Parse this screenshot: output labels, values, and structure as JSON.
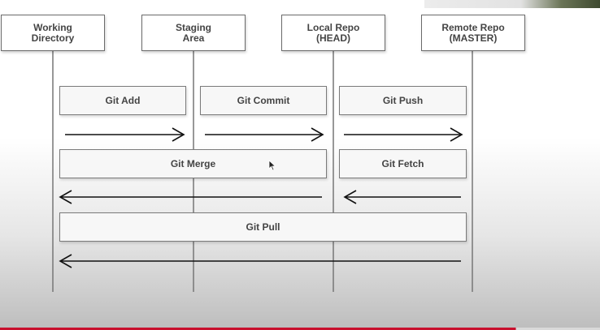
{
  "columns": [
    {
      "title": "Working\nDirectory"
    },
    {
      "title": "Staging\nArea"
    },
    {
      "title": "Local Repo\n(HEAD)"
    },
    {
      "title": "Remote Repo\n(MASTER)"
    }
  ],
  "commands": {
    "add": "Git Add",
    "commit": "Git Commit",
    "push": "Git Push",
    "merge": "Git Merge",
    "fetch": "Git Fetch",
    "pull": "Git Pull"
  },
  "arrows": [
    {
      "id": "add",
      "direction": "right"
    },
    {
      "id": "commit",
      "direction": "right"
    },
    {
      "id": "push",
      "direction": "right"
    },
    {
      "id": "merge",
      "direction": "left"
    },
    {
      "id": "fetch",
      "direction": "left"
    },
    {
      "id": "pull",
      "direction": "left"
    }
  ],
  "icons": {
    "cursor": "mouse-pointer-icon"
  },
  "colors": {
    "line": "#777777",
    "arrow": "#111111",
    "accent": "#c8102e"
  }
}
